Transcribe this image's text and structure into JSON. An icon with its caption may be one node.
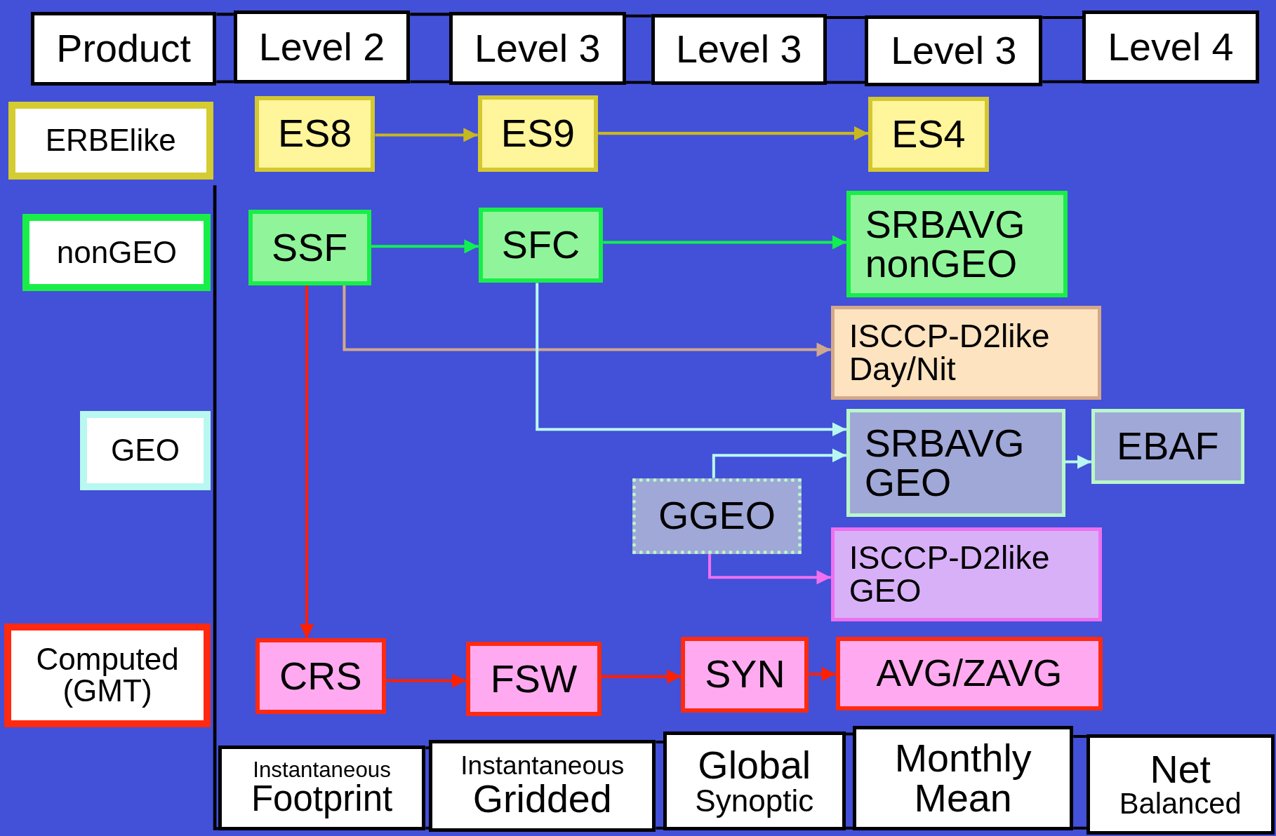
{
  "diagram": {
    "nodes": [
      {
        "text": [
          "Product"
        ]
      },
      {
        "text": [
          "Level 2"
        ]
      },
      {
        "text": [
          "Level 3"
        ]
      },
      {
        "text": [
          "Level 3"
        ]
      },
      {
        "text": [
          "Level 3"
        ]
      },
      {
        "text": [
          "Level 4"
        ]
      },
      {
        "text": [
          "ERBElike"
        ]
      },
      {
        "text": [
          "nonGEO"
        ]
      },
      {
        "text": [
          "GEO"
        ]
      },
      {
        "text": [
          "Computed (GMT)"
        ]
      },
      {
        "text": [
          "ES8"
        ]
      },
      {
        "text": [
          "ES9"
        ]
      },
      {
        "text": [
          "ES4"
        ]
      },
      {
        "text": [
          "SSF"
        ]
      },
      {
        "text": [
          "SFC"
        ]
      },
      {
        "text": [
          "SRBAVG nonGEO"
        ]
      },
      {
        "text": [
          "ISCCP-D2like Day/Nit"
        ]
      },
      {
        "text": [
          "SRBAVG GEO"
        ]
      },
      {
        "text": [
          "EBAF"
        ]
      },
      {
        "text": [
          "GGEO"
        ]
      },
      {
        "text": [
          "ISCCP-D2like GEO"
        ]
      },
      {
        "text": [
          "CRS"
        ]
      },
      {
        "text": [
          "FSW"
        ]
      },
      {
        "text": [
          "SYN"
        ]
      },
      {
        "text": [
          "AVG/ZAVG"
        ]
      },
      {
        "text": [
          "Instantaneous",
          "Footprint"
        ]
      },
      {
        "text": [
          "Instantaneous",
          "Gridded"
        ]
      },
      {
        "text": [
          "Global",
          "Synoptic"
        ]
      },
      {
        "text": [
          "Monthly Mean"
        ]
      },
      {
        "text": [
          "Net",
          "Balanced"
        ]
      }
    ],
    "edges": [
      {
        "from": 0,
        "to": 1,
        "arrow": "none"
      },
      {
        "from": 1,
        "to": 2,
        "arrow": "none"
      },
      {
        "from": 2,
        "to": 3,
        "arrow": "none"
      },
      {
        "from": 3,
        "to": 4,
        "arrow": "none"
      },
      {
        "from": 4,
        "to": 5,
        "arrow": "none"
      },
      {
        "from": 10,
        "to": 11,
        "arrow": "to",
        "color": "#c8b820"
      },
      {
        "from": 11,
        "to": 12,
        "arrow": "to",
        "color": "#c8b820"
      },
      {
        "from": 13,
        "to": 14,
        "arrow": "to",
        "color": "#10f050"
      },
      {
        "from": 14,
        "to": 15,
        "arrow": "to",
        "color": "#10f050"
      },
      {
        "from": 13,
        "to": 16,
        "arrow": "to",
        "color": "#d0a890"
      },
      {
        "from": 14,
        "to": 17,
        "arrow": "to",
        "color": "#b8f8f0"
      },
      {
        "from": 19,
        "to": 17,
        "arrow": "to",
        "color": "#b8f8f0"
      },
      {
        "from": 17,
        "to": 18,
        "arrow": "to",
        "color": "#b8f8f0"
      },
      {
        "from": 19,
        "to": 20,
        "arrow": "to",
        "color": "#f070f0"
      },
      {
        "from": 13,
        "to": 21,
        "arrow": "to",
        "color": "#ff2000"
      },
      {
        "from": 21,
        "to": 22,
        "arrow": "to",
        "color": "#ff2000"
      },
      {
        "from": 22,
        "to": 23,
        "arrow": "to",
        "color": "#ff2000"
      },
      {
        "from": 23,
        "to": 24,
        "arrow": "to",
        "color": "#ff2000"
      },
      {
        "from": 25,
        "to": 26,
        "arrow": "none"
      },
      {
        "from": 26,
        "to": 27,
        "arrow": "none"
      },
      {
        "from": 27,
        "to": 28,
        "arrow": "none"
      },
      {
        "from": 28,
        "to": 29,
        "arrow": "none"
      }
    ]
  }
}
